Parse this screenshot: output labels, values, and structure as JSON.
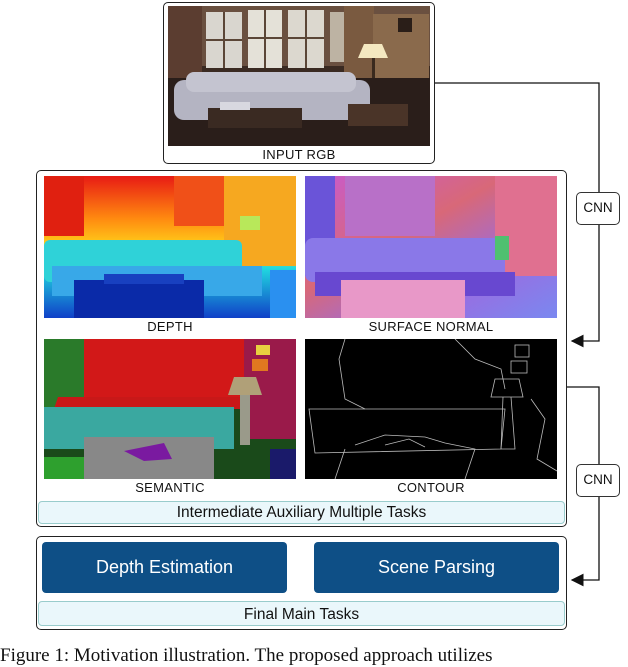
{
  "input_label": "INPUT RGB",
  "panels": {
    "depth": "DEPTH",
    "normal": "SURFACE NORMAL",
    "semantic": "SEMANTIC",
    "contour": "CONTOUR"
  },
  "intermediate_label": "Intermediate Auxiliary Multiple Tasks",
  "tasks": {
    "depth": "Depth Estimation",
    "scene": "Scene Parsing"
  },
  "final_label": "Final Main Tasks",
  "cnn_label": "CNN",
  "caption": "Figure 1: Motivation illustration. The proposed approach utilizes"
}
